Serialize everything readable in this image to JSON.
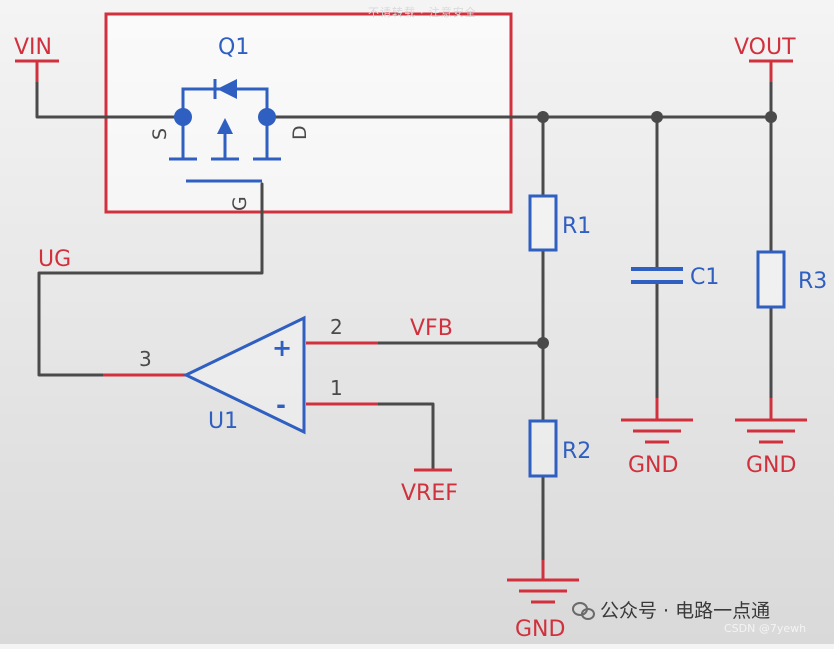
{
  "labels": {
    "vin": "VIN",
    "vout": "VOUT",
    "q1": "Q1",
    "s": "S",
    "d": "D",
    "g": "G",
    "r1": "R1",
    "r2": "R2",
    "r3": "R3",
    "c1": "C1",
    "ug": "UG",
    "vfb": "VFB",
    "pin2": "2",
    "pin1": "1",
    "pin3": "3",
    "plus": "+",
    "minus": "-",
    "u1": "U1",
    "vref": "VREF",
    "gnd_r2": "GND",
    "gnd_c1": "GND",
    "gnd_r3": "GND"
  },
  "watermark": {
    "text": "公众号 · 电路一点通",
    "credit": "CSDN @7yewh",
    "top_text": "不请转载 · 注意安全"
  },
  "colors": {
    "wire": "#4a4a4a",
    "net_label": "#d0313d",
    "component": "#2f5fc0",
    "highlight_box": "#d0313d"
  }
}
